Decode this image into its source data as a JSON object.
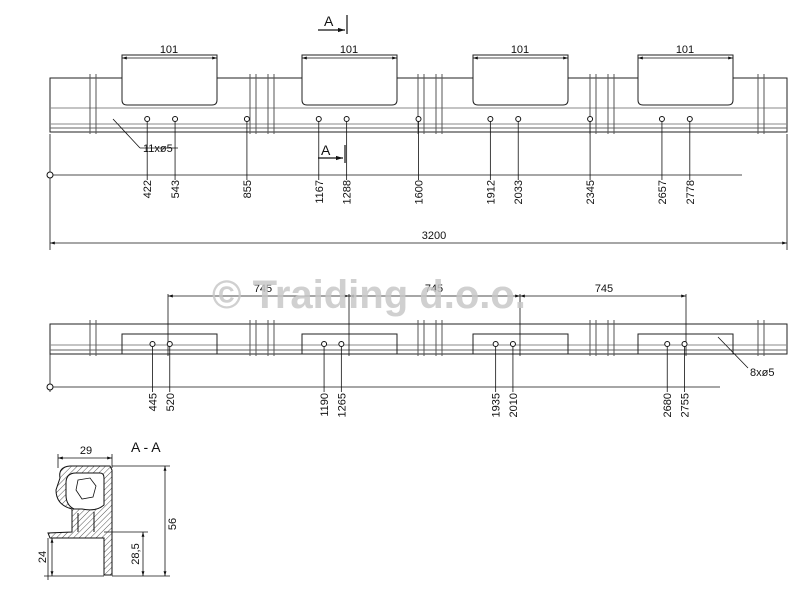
{
  "watermark": "© Traiding d.o.o.",
  "top_view": {
    "section_marker": "A",
    "slot_width": "101",
    "hole_callout": "11xø5",
    "overall_length": "3200",
    "hole_positions": [
      "422",
      "543",
      "855",
      "1167",
      "1288",
      "1600",
      "1912",
      "2033",
      "2345",
      "2657",
      "2778"
    ]
  },
  "bottom_view": {
    "spacing": "745",
    "hole_callout": "8xø5",
    "hole_positions": [
      "445",
      "520",
      "1190",
      "1265",
      "1935",
      "2010",
      "2680",
      "2755"
    ]
  },
  "section": {
    "title": "A - A",
    "width": "29",
    "height": "56",
    "inner_height": "28,5",
    "lower_height": "24"
  }
}
